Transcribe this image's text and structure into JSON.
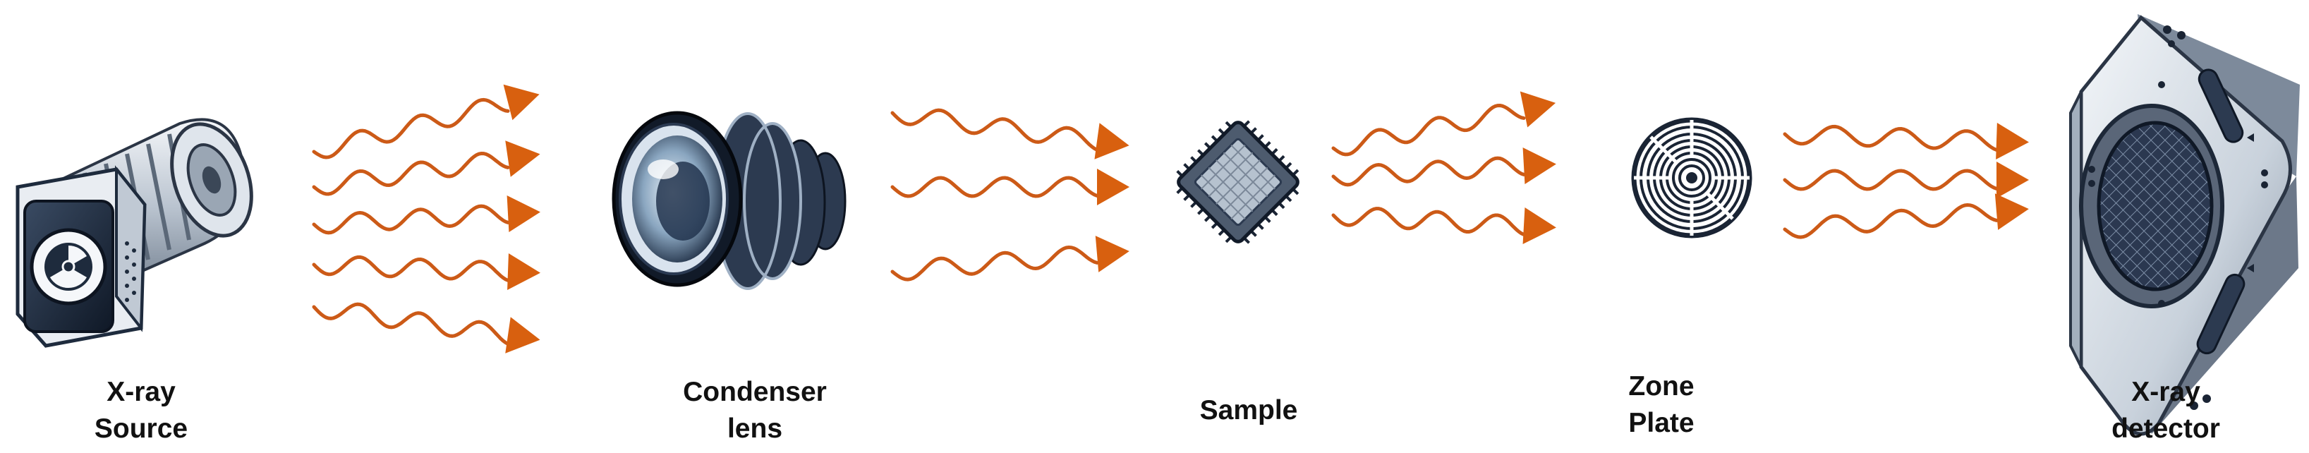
{
  "stages": [
    {
      "id": "source",
      "label_lines": [
        "X-ray",
        "Source"
      ],
      "icon": "xray-source-icon"
    },
    {
      "id": "condenser",
      "label_lines": [
        "Condenser",
        "lens"
      ],
      "icon": "condenser-lens-icon"
    },
    {
      "id": "sample",
      "label_lines": [
        "Sample"
      ],
      "icon": "microchip-icon"
    },
    {
      "id": "zoneplate",
      "label_lines": [
        "Zone",
        "Plate"
      ],
      "icon": "zone-plate-icon"
    },
    {
      "id": "detector",
      "label_lines": [
        "X-ray",
        "detector"
      ],
      "icon": "xray-detector-icon"
    }
  ],
  "beams": [
    {
      "id": "source-to-condenser",
      "rays": 5
    },
    {
      "id": "condenser-to-sample",
      "rays": 3
    },
    {
      "id": "sample-to-zoneplate",
      "rays": 3
    },
    {
      "id": "zoneplate-to-detector",
      "rays": 3
    }
  ],
  "colors": {
    "ray": "#cc5a17",
    "arrowhead": "#d8600f",
    "metal_dark": "#1e2b3d",
    "metal_light": "#d5dde6",
    "label": "#111111"
  }
}
